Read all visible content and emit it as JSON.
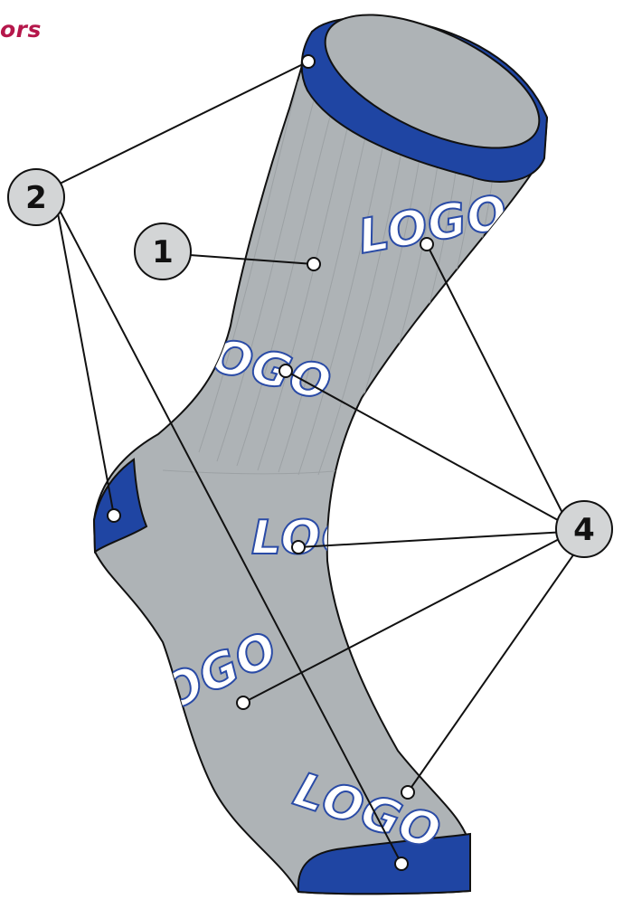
{
  "title": "ors",
  "callouts": {
    "c1": "1",
    "c2": "2",
    "c4": "4"
  },
  "logo_text": "LOGO",
  "colors": {
    "sock_body": "#aeb3b6",
    "accent_blue": "#1f45a3",
    "outline": "#111111",
    "logo_stroke": "#2a4ba6",
    "title_color": "#b5174b",
    "callout_fill": "#d3d5d6"
  }
}
